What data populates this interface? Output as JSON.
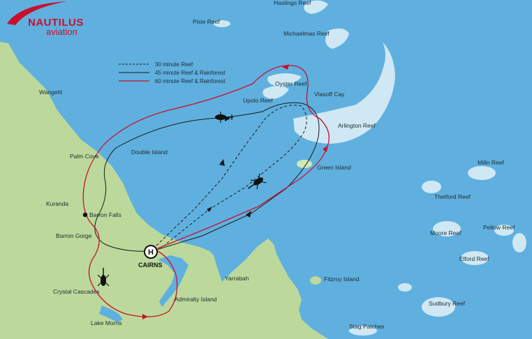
{
  "brand": {
    "name": "NAUTILUS",
    "sub": "aviation",
    "color": "#c8102e"
  },
  "legend": [
    {
      "label": "30 minute Reef",
      "style": "dashed",
      "color": "#1a1a1a"
    },
    {
      "label": "45 minute Reef & Rainforest",
      "style": "solid",
      "color": "#1a1a1a"
    },
    {
      "label": "60 minute Reef & Rainforest",
      "style": "solid",
      "color": "#c8102e"
    }
  ],
  "places": {
    "hastings": "Hastings Reef",
    "pixie": "Pixie Reef",
    "michaelmas": "Michaelmas Reef",
    "wangetti": "Wangetti",
    "oyster": "Oyster Reef",
    "vlasoff": "Vlasoff Cay",
    "upolo": "Upolo Reef",
    "arlington": "Arlington Reef",
    "double_island": "Double Island",
    "palm_cove": "Palm Cove",
    "green_island": "Green Island",
    "milln": "Milln Reef",
    "kuranda": "Kuranda",
    "thetford": "Thetford Reef",
    "barron_falls": "Barron Falls",
    "moore": "Moore Reef",
    "pellow": "Pellow Reef",
    "barron_gorge": "Barron Gorge",
    "cairns": "CAIRNS",
    "elford": "Elford Reef",
    "yarrabah": "Yarrabah",
    "fitzroy": "Fitzroy Island",
    "crystal": "Crystal Cascades",
    "admiralty": "Admiralty Island",
    "sudbury": "Sudbury Reef",
    "lake_morris": "Lake Morris",
    "stag": "Stag Patches"
  },
  "heliport_symbol": "H",
  "colors": {
    "sea": "#5fb0df",
    "land": "#bcd99b",
    "reef": "#cfe8f4",
    "route_black": "#1a1a1a",
    "route_red": "#c8102e"
  }
}
